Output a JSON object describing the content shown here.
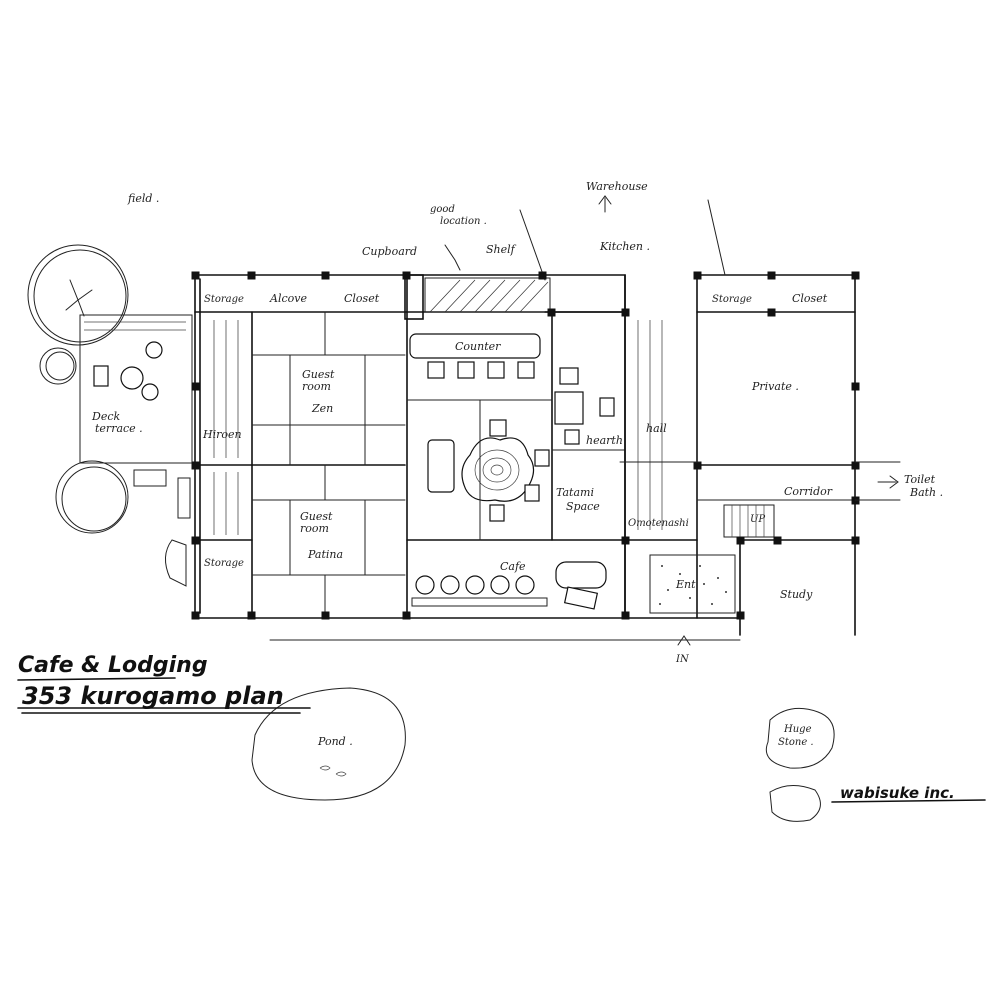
{
  "title": {
    "line1": "Cafe & Lodging",
    "line2": "353 kurogamo plan"
  },
  "signature": "wabisuke inc.",
  "labels": {
    "field": "field .",
    "warehouse": "Warehouse",
    "good_location_1": "good",
    "good_location_2": "location .",
    "cupboard": "Cupboard",
    "shelf": "Shelf",
    "kitchen": "Kitchen .",
    "storage_tl": "Storage",
    "alcove": "Alcove",
    "closet_l": "Closet",
    "storage_tr": "Storage",
    "closet_r": "Closet",
    "counter": "Counter",
    "guest_room_1a": "Guest",
    "guest_room_1b": "room",
    "zen": "Zen",
    "hiroen": "Hiroen",
    "deck_terrace_1": "Deck",
    "deck_terrace_2": "terrace .",
    "hearth": "hearth",
    "hall": "hall",
    "private": "Private .",
    "tatami_1": "Tatami",
    "tatami_2": "Space",
    "corridor": "Corridor",
    "toilet": "Toilet",
    "bath": "Bath .",
    "guest_room_2a": "Guest",
    "guest_room_2b": "room",
    "patina": "Patina",
    "storage_bl": "Storage",
    "omotenashi": "Omotenashi",
    "up": "UP",
    "cafe": "Cafe",
    "ent": "Ent",
    "study": "Study",
    "in_mark": "IN",
    "pond": "Pond .",
    "huge_stone_1": "Huge",
    "huge_stone_2": "Stone ."
  }
}
